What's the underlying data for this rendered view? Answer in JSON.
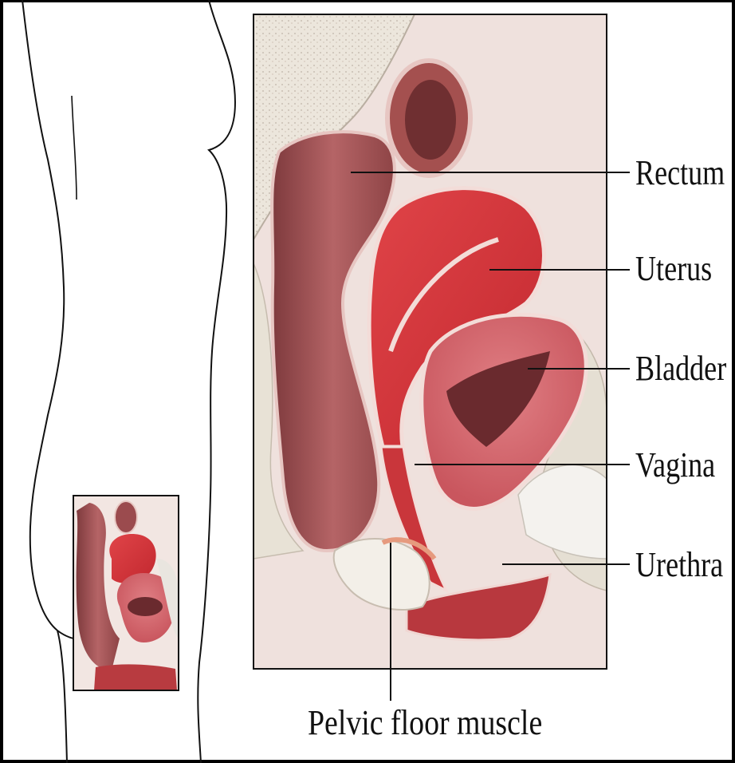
{
  "diagram": {
    "labels": {
      "rectum": "Rectum",
      "uterus": "Uterus",
      "bladder": "Bladder",
      "vagina": "Vagina",
      "urethra": "Urethra",
      "pelvic_floor_muscle": "Pelvic floor muscle"
    },
    "colors": {
      "background": "#ffffff",
      "outer_border": "#000000",
      "panel_background": "#efe1dd",
      "rectum_tissue": "#a9585a",
      "uterus_tissue": "#d63b40",
      "bladder_tissue": "#cf6b72",
      "bladder_lumen": "#6a2a2e",
      "bone": "#ece8e0",
      "leader_line": "#111111"
    }
  }
}
